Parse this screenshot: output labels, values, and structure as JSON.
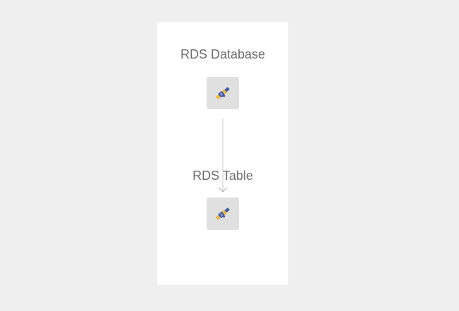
{
  "diagram": {
    "nodes": [
      {
        "label": "RDS Database",
        "icon": "telescope-icon"
      },
      {
        "label": "RDS Table",
        "icon": "telescope-icon"
      }
    ],
    "edges": [
      {
        "from": "RDS Database",
        "to": "RDS Table",
        "style": "arrow"
      }
    ],
    "colors": {
      "background": "#efefef",
      "panel": "#ffffff",
      "node_box": "#e0e0e0",
      "label_text": "#6d6d6d",
      "connector": "#c8c8c8",
      "icon_gold": "#f2b53a",
      "icon_blue": "#3f5aa8"
    }
  }
}
